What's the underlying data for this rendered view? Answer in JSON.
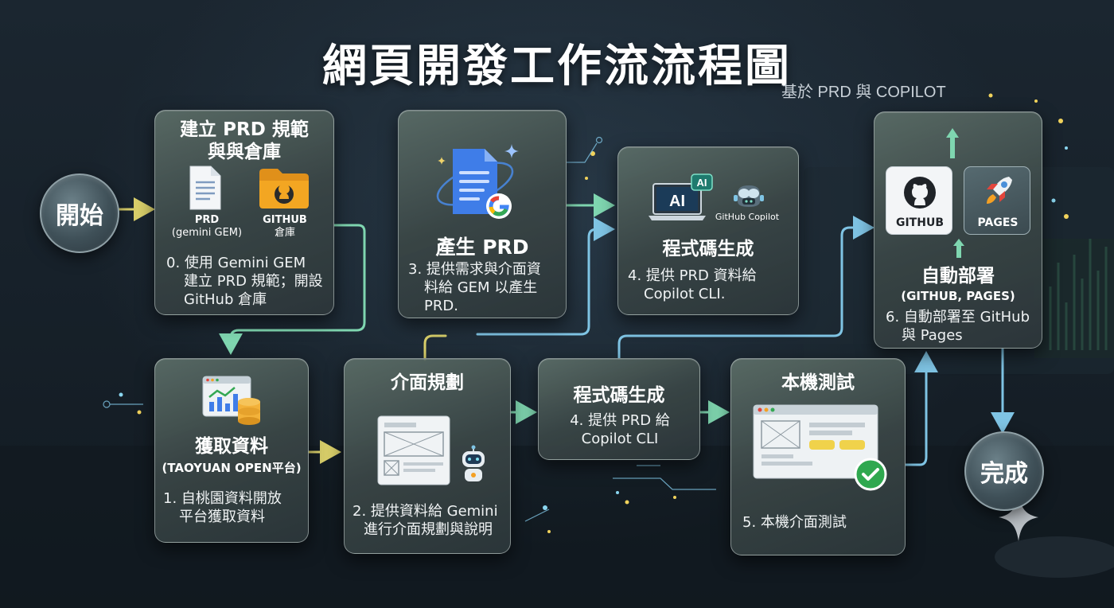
{
  "title": "網頁開發工作流流程圖",
  "subtitle": "基於 PRD 與 COPILOT",
  "start_label": "開始",
  "end_label": "完成",
  "nodes": {
    "prd_setup": {
      "title_line1": "建立 PRD 規範",
      "title_line2": "與與倉庫",
      "icon1_label_line1": "PRD",
      "icon1_label_line2": "(gemini GEM)",
      "icon2_label_line1": "GITHUB",
      "icon2_label_line2": "倉庫",
      "desc_line1": "0. 使用 Gemini GEM",
      "desc_line2": "建立 PRD 規範；開設",
      "desc_line3": "GitHub 倉庫"
    },
    "generate_prd": {
      "title": "產生 PRD",
      "desc_line1": "3. 提供需求與介面資",
      "desc_line2": "料給 GEM 以產生",
      "desc_line3": "PRD."
    },
    "codegen_top": {
      "title": "程式碼生成",
      "ai_badge": "AI",
      "ai_screen": "AI",
      "copilot_label": "GitHub Copilot",
      "desc_line1": "4. 提供 PRD 資料給",
      "desc_line2": "Copilot CLI."
    },
    "deploy": {
      "title": "自動部署",
      "subtitle": "(GITHUB, PAGES)",
      "tile1_label": "GITHUB",
      "tile2_label": "PAGES",
      "desc_line1": "6. 自動部署至 GitHub",
      "desc_line2": "與 Pages"
    },
    "get_data": {
      "title": "獲取資料",
      "subtitle": "(TAOYUAN OPEN平台)",
      "desc_line1": "1. 自桃園資料開放",
      "desc_line2": "平台獲取資料"
    },
    "ui_plan": {
      "title": "介面規劃",
      "desc_line1": "2. 提供資料給 Gemini",
      "desc_line2": "進行介面規劃與說明"
    },
    "codegen_mid": {
      "title": "程式碼生成",
      "desc_line1": "4. 提供 PRD 給",
      "desc_line2": "Copilot CLI"
    },
    "local_test": {
      "title": "本機測試",
      "desc": "5. 本機介面測試"
    }
  },
  "colors": {
    "flow_yellow": "#d9cf6a",
    "flow_green": "#7fd6b0",
    "flow_blue": "#7fc4e4",
    "check_green": "#2fa84f",
    "google_blue": "#4285f4",
    "google_red": "#ea4335",
    "google_yellow": "#fbbc05",
    "google_green": "#34a853",
    "folder_orange": "#f3a622"
  },
  "icons": {
    "prd_doc": "document-icon",
    "github_folder": "github-folder-icon",
    "gemini_doc": "gemini-doc-icon",
    "laptop_ai": "ai-laptop-icon",
    "copilot": "copilot-icon",
    "github": "github-icon",
    "rocket": "rocket-icon",
    "data_chart": "data-chart-icon",
    "wireframe": "wireframe-icon",
    "robot": "robot-icon",
    "browser_test": "browser-test-icon",
    "check": "check-icon"
  }
}
